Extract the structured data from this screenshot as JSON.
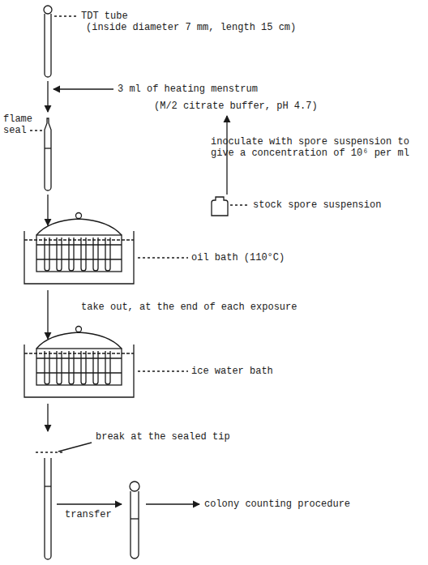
{
  "diagram": {
    "labels": [
      "TDT tube",
      "(inside diameter 7 mm, length 15 cm)",
      "3 ml of heating menstrum",
      "(M/2 citrate buffer, pH 4.7)",
      "flame seal",
      "inoculate with spore suspension to give a concentration of 10⁶ per ml",
      "stock spore suspension",
      "oil bath (110°C)",
      "take out, at the end of each exposure",
      "ice water bath",
      "break at the sealed tip",
      "transfer",
      "colony counting procedure"
    ]
  }
}
